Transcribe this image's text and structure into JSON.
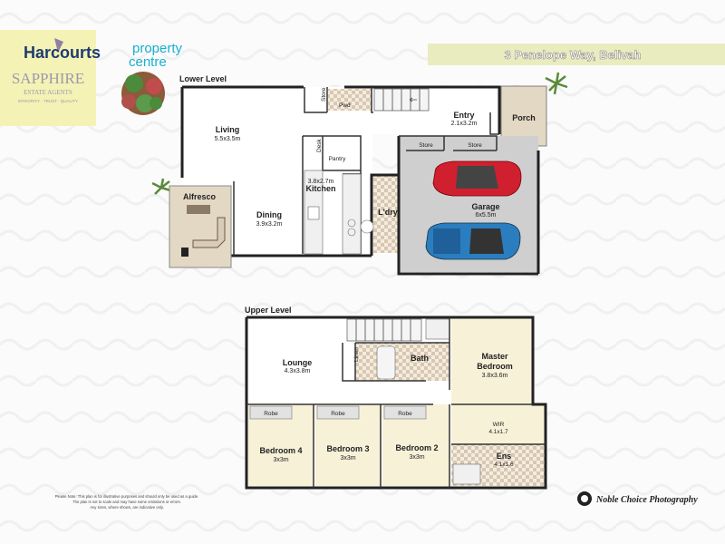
{
  "brand": {
    "harcourts": "Harcourts",
    "property": "property",
    "centre": "centre",
    "sapphire": "SAPPHIRE",
    "estate_agents": "ESTATE AGENTS",
    "tagline": "INTEGRITY · TRUST · QUALITY"
  },
  "address": "3 Penelope Way, Belivah",
  "levels": {
    "lower": "Lower Level",
    "upper": "Upper Level"
  },
  "rooms": {
    "living": {
      "name": "Living",
      "size": "5.5x3.5m"
    },
    "entry": {
      "name": "Entry",
      "size": "2.1x3.2m"
    },
    "porch": {
      "name": "Porch"
    },
    "store_lower": {
      "name": "Store"
    },
    "pwd": {
      "name": "Pwd"
    },
    "desk": {
      "name": "Desk"
    },
    "pantry": {
      "name": "Pantry"
    },
    "kitchen": {
      "name": "Kitchen",
      "size": "3.8x2.7m"
    },
    "dining": {
      "name": "Dining",
      "size": "3.9x3.2m"
    },
    "alfresco": {
      "name": "Alfresco"
    },
    "ldry": {
      "name": "L'dry"
    },
    "garage": {
      "name": "Garage",
      "size": "6x5.5m"
    },
    "garage_store1": {
      "name": "Store"
    },
    "garage_store2": {
      "name": "Store"
    },
    "lounge": {
      "name": "Lounge",
      "size": "4.3x3.8m"
    },
    "linen": {
      "name": "Linen"
    },
    "bath": {
      "name": "Bath"
    },
    "master": {
      "name1": "Master",
      "name2": "Bedroom",
      "size": "3.8x3.6m"
    },
    "wir": {
      "name": "WIR",
      "size": "4.1x1.7"
    },
    "ens": {
      "name": "Ens",
      "size": "4.1x1.6"
    },
    "bed4": {
      "name": "Bedroom 4",
      "size": "3x3m",
      "robe": "Robe"
    },
    "bed3": {
      "name": "Bedroom 3",
      "size": "3x3m",
      "robe": "Robe"
    },
    "bed2": {
      "name": "Bedroom 2",
      "size": "3x3m",
      "robe": "Robe"
    }
  },
  "disclaimer": {
    "line1": "Please Note: This plan is for illustrative purposes and should only be used as a guide.",
    "line2": "The plan is not to scale and may have some omissions or errors.",
    "line3": "Any sizes, where shown, are indicative only."
  },
  "photographer": "Noble Choice Photography",
  "colors": {
    "room_fill": "#f7f1d8",
    "alfresco_fill": "#e3d8c4",
    "garage_fill": "#cfcfcf",
    "banner": "#e9ecbe",
    "harcourts_blue": "#1e3c6e",
    "property_cyan": "#18b0d0",
    "sapphire_block": "#f5f2b6",
    "red_car": "#d02030",
    "blue_car": "#2a7ec0"
  }
}
